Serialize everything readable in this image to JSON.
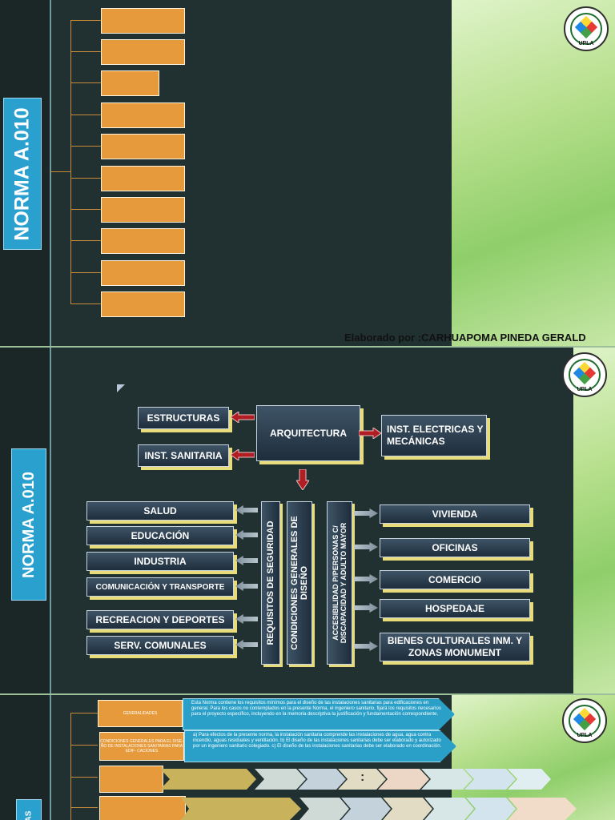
{
  "slide1": {
    "title": "NORMA   A.010",
    "credit": "Elaborado por :CARHUAPOMA PINEDA GERALD",
    "logo_text": "UPLA"
  },
  "slide2": {
    "title": "NORMA   A.010",
    "logo_text": "UPLA",
    "center": "ARQUITECTURA",
    "left_top": "ESTRUCTURAS",
    "left_mid": "INST. SANITARIA",
    "right_top": "INST. ELECTRICAS Y MECÁNICAS",
    "vertical_boxes": [
      "REQUISITOS DE SEGURIDAD",
      "CONDICIONES GENERALES DE DISEÑO",
      "ACCESIBILIDAD P/PERSONAS C/ DISCAPACIDAD Y ADULTO MAYOR"
    ],
    "left_items": [
      "SALUD",
      "EDUCACIÓN",
      "INDUSTRIA",
      "COMUNICACIÓN Y TRANSPORTE",
      "RECREACION Y DEPORTES",
      "SERV. COMUNALES"
    ],
    "right_items": [
      "VIVIENDA",
      "OFICINAS",
      "COMERCIO",
      "HOSPEDAJE",
      "BIENES CULTURALES INM. Y ZONAS MONUMENT"
    ]
  },
  "slide3": {
    "logo_text": "UPLA",
    "side_title": "AS",
    "box1": "GENERALIDADES",
    "box2": "CONDICIONES GENERALES PARA EL DISE- ÑO DE INSTALACIONES SANITARIAS PARA EDIF- CACIONES",
    "text1": "Esta Norma contiene los requisitos mínimos para el diseño de las instalaciones sanitarias para edificaciones en general. Para los casos no contemplados en la presente Norma, el ingeniero sanitario, fijará los requisitos necesarios para el proyecto específico, incluyendo en la memoria descriptiva la justificación y fundamentación correspondiente.",
    "text2": "a) Para efectos de la presente norma, la instalación sanitaria comprende las instalaciones de agua, agua contra incendio, aguas residuales y ventilación. b) El diseño de las instalaciones sanitarias debe ser elaborado y autorizado por un ingeniero sanitario colegiado. c) El diseño de las instalaciones sanitarias debe ser elaborado en coordinación.",
    "colon": ":"
  },
  "colors": {
    "accent": "#e69a3b",
    "teal": "#2aa0cf",
    "navy": "#2d4254",
    "arrow_red": "#b01e23",
    "background": "#213030"
  },
  "icons": [
    "arrow-left-icon",
    "arrow-right-icon",
    "arrow-down-icon",
    "logo-seal-icon"
  ]
}
